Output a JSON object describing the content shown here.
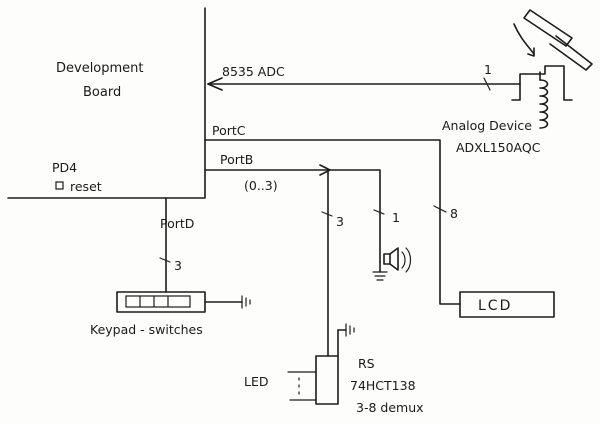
{
  "board": {
    "line1": "Development",
    "line2": "Board"
  },
  "pd4": {
    "name": "PD4",
    "reset": "reset"
  },
  "signals": {
    "adc": "8535 ADC",
    "portc": "PortC",
    "portb": "PortB",
    "portb_range": "(0..3)",
    "portd": "PortD"
  },
  "widths": {
    "adc": "1",
    "portc": "8",
    "portb": "3",
    "speaker": "1",
    "portd": "3"
  },
  "sensor": {
    "line1": "Analog Device",
    "line2": "ADXL150AQC"
  },
  "lcd": {
    "label": "LCD"
  },
  "keypad": {
    "label": "Keypad - switches"
  },
  "demux": {
    "line1": "RS",
    "line2": "74HCT138",
    "line3": "3-8 demux"
  },
  "led": {
    "label": "LED"
  }
}
